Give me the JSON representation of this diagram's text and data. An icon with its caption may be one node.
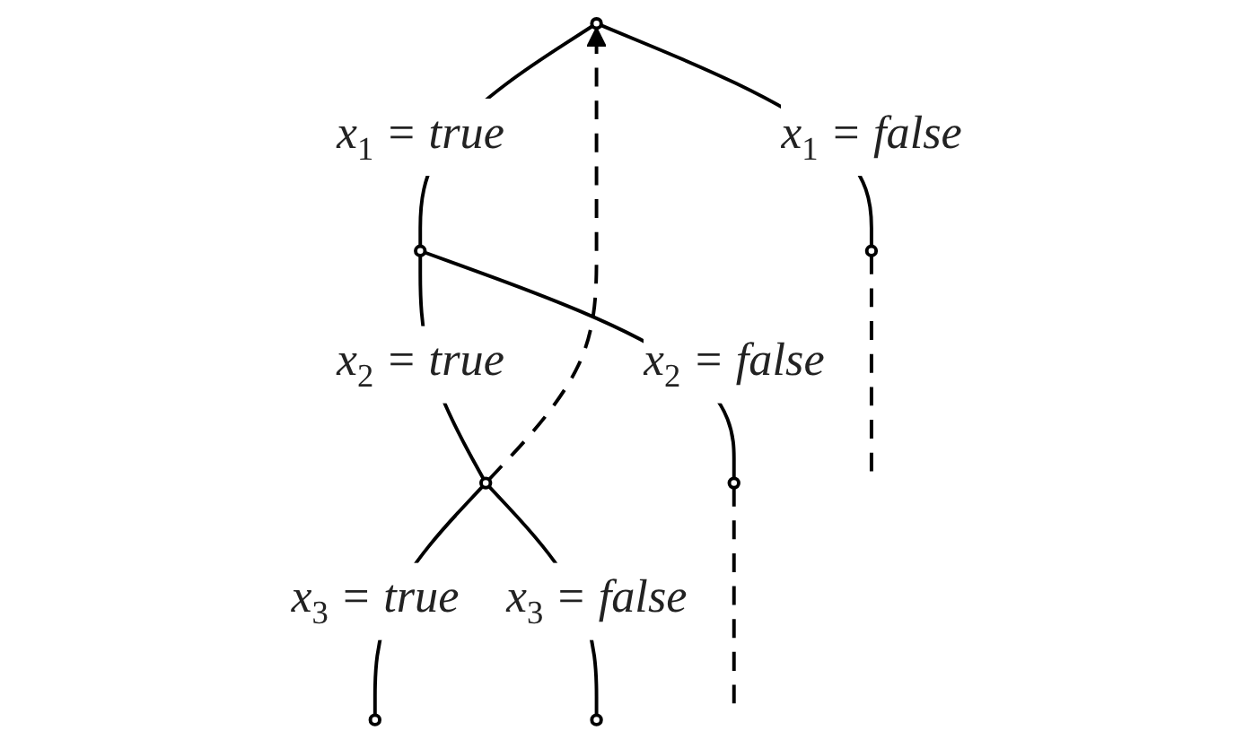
{
  "diagram": {
    "nodes": [
      {
        "text": [],
        "shape": "circle"
      },
      {
        "text": [],
        "shape": "circle"
      },
      {
        "text": [],
        "shape": "circle"
      },
      {
        "text": [],
        "shape": "circle"
      },
      {
        "text": [],
        "shape": "circle"
      },
      {
        "text": [],
        "shape": "circle"
      },
      {
        "text": [],
        "shape": "circle"
      }
    ],
    "edges": [
      {
        "from": 0,
        "to": 1,
        "arrow": "none",
        "label": "x$_{1}$ = true"
      },
      {
        "from": 0,
        "to": 2,
        "arrow": "none",
        "label": "x$_{1}$ = false"
      },
      {
        "from": 1,
        "to": 3,
        "arrow": "none",
        "label": "x$_{2}$ = true"
      },
      {
        "from": 1,
        "to": 4,
        "arrow": "none",
        "label": "x$_{2}$ = false"
      },
      {
        "from": 3,
        "to": 5,
        "arrow": "none",
        "label": "x$_{3}$ = true"
      },
      {
        "from": 3,
        "to": 6,
        "arrow": "none",
        "label": "x$_{3}$ = false"
      },
      {
        "from": 2,
        "to": null,
        "arrow": "none",
        "style": "dashed"
      },
      {
        "from": 4,
        "to": null,
        "arrow": "none",
        "style": "dashed"
      },
      {
        "from": 3,
        "to": 0,
        "arrow": "to",
        "style": "dashed"
      }
    ]
  }
}
